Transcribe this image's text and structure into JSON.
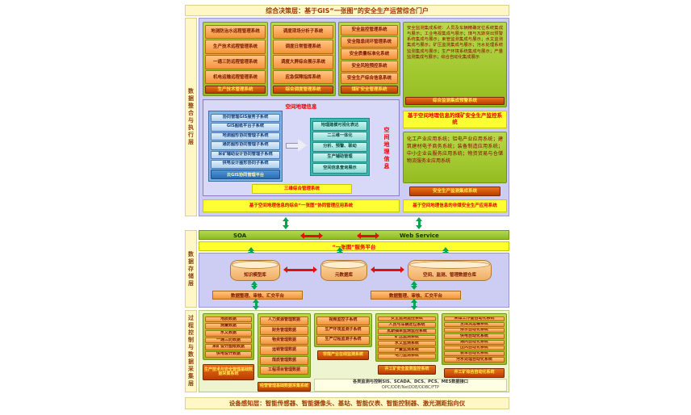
{
  "top_banner": "综合决策层：基于GIS“一张图”的安全生产运营综合门户",
  "bottom_banner": "设备感知层：智能传感器、智能摄像头、基站、智能仪表、智能控制器、激光测距指向仪",
  "layer_labels": {
    "integration": "数据整合与执行层",
    "storage": "数据存储层",
    "process": "过程控制与数据采集层"
  },
  "upper": {
    "col1": {
      "items": [
        "地测防治水远程管理系统",
        "生产技术远程管理系统",
        "一通三防远程管理系统",
        "机电运输远程管理系统"
      ],
      "highlight": "生产技术管理系统"
    },
    "col2": {
      "items": [
        "调度现场分析子系统",
        "调度日常管理系统",
        "调度大屏综合展示系统",
        "应急保障指挥系统"
      ],
      "highlight": "综合调度管理系统"
    },
    "col3": {
      "items": [
        "安全监控管理系统",
        "安全隐患闭环管理系统",
        "安全质量标准化系统",
        "安全风险预控系统",
        "安全生产综合信息系统"
      ],
      "highlight": "煤矿安全管理系统"
    },
    "col4": {
      "text": "安全监测集成系统：人员及车辆精确定位系统集成与展示；工业电视集成与展示；煤与瓦斯突出预警系统集成与展示；束管监测集成与展示；水文监测集成与展示；矿压监测集成与展示；污水处理系统监测集成与展示；生产环境系统集成与展示；产量监测集成与展示；综合自动化集成展示",
      "highlight": "综合监测集成预警系统",
      "banner": "基于空间地理信息的煤矿安全生产监控系统"
    },
    "gis": {
      "title": "空间地理信息",
      "left_items": [
        "协同管理GIS服务子系统",
        "GIS图纸平台子系统",
        "地测图形协同管理子系统",
        "通防图形协同管理子系统",
        "采矿辅助设计协同管理子系统",
        "供电设计图形协同子系统"
      ],
      "left_footer": "云GIS协同管理平台",
      "right_items": [
        "地理建模可视化表达",
        "二三维一体化",
        "分析、预警、联动",
        "生产辅助管理",
        "空间信息查询展示"
      ],
      "side_label": "空间地理信息",
      "footer": "三维综合管理系统"
    },
    "noncoal": {
      "text": "化工产业应用系统；铝电产业应用系统；建筑建材电子商务系统；装备制造应用系统；中小企业云服务应用系统；物资贸易与仓储物流服务业应用系统",
      "highlight": "安全生产监测集成系统"
    },
    "left_strip": "基于空间地理信息的综合“一张图”协同管理应用系统",
    "right_strip": "基于空间地理信息的非煤安全生产应用系统"
  },
  "soa": {
    "left": "SOA",
    "right": "Web Service"
  },
  "platform_strip": "“一张图”服务平台",
  "storage": {
    "db1": "知识模型库",
    "db2": "元数据库",
    "db3": "空间、监测、管理数据仓库",
    "strip1": "数据整理、审核、汇交平台",
    "strip2": "数据整理、审核、汇交平台"
  },
  "process": {
    "b1": {
      "items": [
        "地质数据",
        "测量数据",
        "水文数据",
        "一通三防数据",
        "采矿设计图纸数据",
        "供电设计数据"
      ],
      "collector": "生产技术与安全管理基础数据采集系统"
    },
    "b2": {
      "items": [
        "人力资源管理数据",
        "财务管理数据",
        "物资管理数据",
        "运销管理数据",
        "煤质管理数据",
        "工程项目管理数据"
      ],
      "collector": "经营管理基础数据采集系统"
    },
    "b3": {
      "items": [
        "视频监控子系统",
        "生产环境监测子系统",
        "生产过程监测子系统"
      ],
      "collector": "非煤产业在线监测系统"
    },
    "b4": {
      "items": [
        "安全监测监控系统",
        "人员与车辆定位系统",
        "瓦斯抽采监测监控系统",
        "矿压监测系统",
        "水文监测系统",
        "产量监测系统",
        "电力监测系统"
      ],
      "collector": "井工矿安全监测监控系统"
    },
    "b5": {
      "items": [
        "采煤工作面自动化系统",
        "主煤流运输系统",
        "排水自动化系统",
        "供电自动化系统",
        "通风自动化系统",
        "压风自动化系统",
        "装车自动化系统",
        "污水处理自动化系统"
      ],
      "collector": "井工矿综合自动化系统"
    },
    "interface_line1": "各类监测与控制SIS、SCADA、DCS、PCS、MES数据接口",
    "interface_line2": "OPC/DDE/NetDDE/ODBC/FTP"
  }
}
